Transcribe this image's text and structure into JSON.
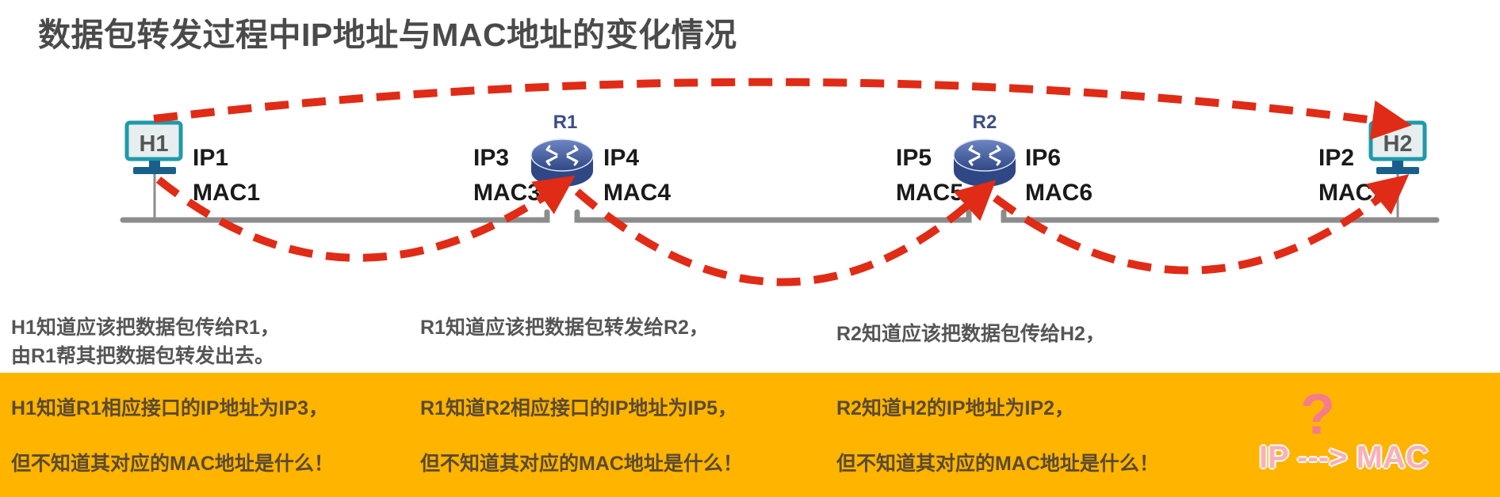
{
  "title": "数据包转发过程中IP地址与MAC地址的变化情况",
  "nodes": {
    "h1": {
      "name": "H1",
      "ip": "IP1",
      "mac": "MAC1"
    },
    "r1": {
      "name": "R1",
      "left_ip": "IP3",
      "left_mac": "MAC3",
      "right_ip": "IP4",
      "right_mac": "MAC4"
    },
    "r2": {
      "name": "R2",
      "left_ip": "IP5",
      "left_mac": "MAC5",
      "right_ip": "IP6",
      "right_mac": "MAC6"
    },
    "h2": {
      "name": "H2",
      "ip": "IP2",
      "mac": "MAC2"
    }
  },
  "colors": {
    "arrow": "#e02b16",
    "link": "#8c8c8c",
    "band": "#ffb400",
    "router": "#3d5a9e",
    "host": "#1e9aa8"
  },
  "descriptions": {
    "col1": [
      "H1知道应该把数据包传给R1，",
      "由R1帮其把数据包转发出去。"
    ],
    "col2": [
      "R1知道应该把数据包转发给R2，"
    ],
    "col3": [
      "R2知道应该把数据包传给H2，"
    ]
  },
  "band": {
    "col1": [
      "H1知道R1相应接口的IP地址为IP3，",
      "但不知道其对应的MAC地址是什么！"
    ],
    "col2": [
      "R1知道R2相应接口的IP地址为IP5，",
      "但不知道其对应的MAC地址是什么！"
    ],
    "col3": [
      "R2知道H2的IP地址为IP2，",
      "但不知道其对应的MAC地址是什么！"
    ],
    "question_mark": "?",
    "ip_to_mac": "IP ---> MAC"
  }
}
